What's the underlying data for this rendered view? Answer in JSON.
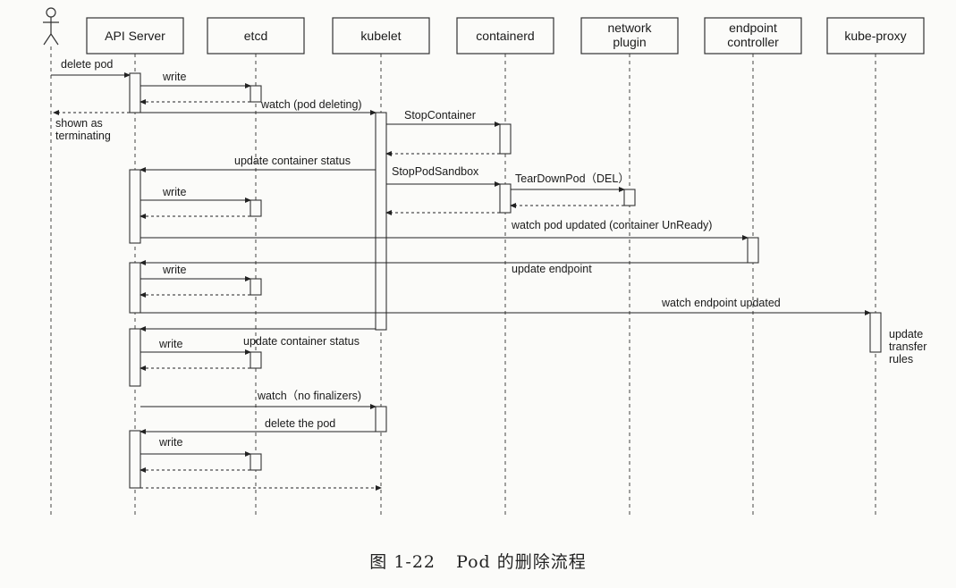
{
  "participants": [
    {
      "id": "user",
      "label": "",
      "kind": "actor"
    },
    {
      "id": "api",
      "label": "API Server",
      "kind": "box"
    },
    {
      "id": "etcd",
      "label": "etcd",
      "kind": "box"
    },
    {
      "id": "kubelet",
      "label": "kubelet",
      "kind": "box"
    },
    {
      "id": "containerd",
      "label": "containerd",
      "kind": "box"
    },
    {
      "id": "netplugin",
      "label": "network\nplugin",
      "kind": "box"
    },
    {
      "id": "epctl",
      "label": "endpoint\ncontroller",
      "kind": "box"
    },
    {
      "id": "kproxy",
      "label": "kube-proxy",
      "kind": "box"
    }
  ],
  "messages": [
    {
      "from": "user",
      "to": "api",
      "label": "delete pod",
      "style": "solid"
    },
    {
      "from": "api",
      "to": "etcd",
      "label": "write",
      "style": "solid"
    },
    {
      "from": "etcd",
      "to": "api",
      "label": "",
      "style": "dashed"
    },
    {
      "from": "api",
      "to": "kubelet",
      "label": "watch (pod deleting)",
      "style": "solid"
    },
    {
      "from": "api",
      "to": "user",
      "label": "",
      "style": "dashed"
    },
    {
      "from": "kubelet",
      "to": "containerd",
      "label": "StopContainer",
      "style": "solid"
    },
    {
      "from": "containerd",
      "to": "kubelet",
      "label": "",
      "style": "dashed"
    },
    {
      "from": "kubelet",
      "to": "api",
      "label": "update container status",
      "style": "solid"
    },
    {
      "from": "kubelet",
      "to": "containerd",
      "label": "StopPodSandbox",
      "style": "solid"
    },
    {
      "from": "containerd",
      "to": "netplugin",
      "label": "TearDownPod（DEL）",
      "style": "solid"
    },
    {
      "from": "api",
      "to": "etcd",
      "label": "write",
      "style": "solid"
    },
    {
      "from": "netplugin",
      "to": "containerd",
      "label": "",
      "style": "dashed"
    },
    {
      "from": "containerd",
      "to": "kubelet",
      "label": "",
      "style": "dashed"
    },
    {
      "from": "etcd",
      "to": "api",
      "label": "",
      "style": "dashed"
    },
    {
      "from": "api",
      "to": "epctl",
      "label": "watch pod updated (container UnReady)",
      "style": "solid"
    },
    {
      "from": "epctl",
      "to": "api",
      "label": "update endpoint",
      "style": "solid"
    },
    {
      "from": "api",
      "to": "etcd",
      "label": "write",
      "style": "solid"
    },
    {
      "from": "etcd",
      "to": "api",
      "label": "",
      "style": "dashed"
    },
    {
      "from": "api",
      "to": "kproxy",
      "label": "watch endpoint updated",
      "style": "solid"
    },
    {
      "from": "kubelet",
      "to": "api",
      "label": "update container status",
      "style": "solid"
    },
    {
      "from": "api",
      "to": "etcd",
      "label": "write",
      "style": "solid"
    },
    {
      "from": "etcd",
      "to": "api",
      "label": "",
      "style": "dashed"
    },
    {
      "from": "api",
      "to": "kubelet",
      "label": "watch（no finalizers)",
      "style": "solid"
    },
    {
      "from": "kubelet",
      "to": "api",
      "label": "delete the pod",
      "style": "solid"
    },
    {
      "from": "api",
      "to": "etcd",
      "label": "write",
      "style": "solid"
    },
    {
      "from": "etcd",
      "to": "api",
      "label": "",
      "style": "dashed"
    },
    {
      "from": "api",
      "to": "kubelet",
      "label": "",
      "style": "dashed"
    }
  ],
  "notes": [
    {
      "id": "shown-terminating",
      "lines": [
        "shown as",
        "terminating"
      ]
    },
    {
      "id": "update-transfer-rules",
      "lines": [
        "update",
        "transfer",
        "rules"
      ]
    }
  ],
  "caption": {
    "figure": "图 1-22",
    "text": "Pod 的删除流程"
  }
}
